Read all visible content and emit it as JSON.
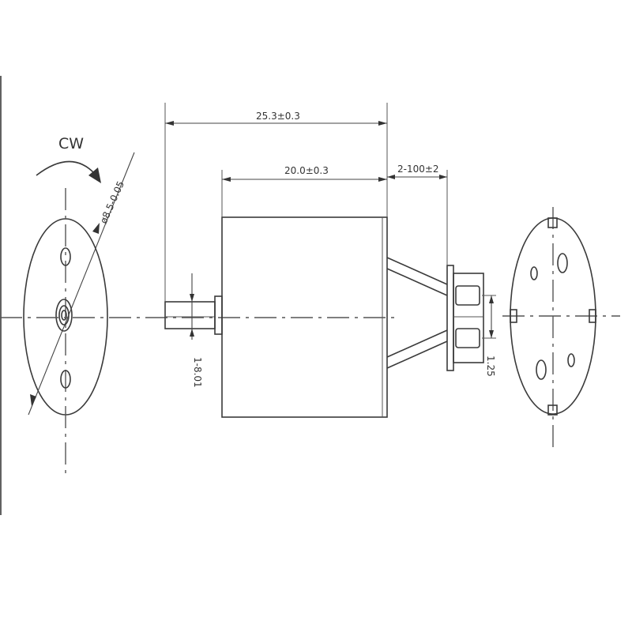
{
  "rotation_label": "CW",
  "dimensions": {
    "overall_length": "25.3±0.3",
    "body_length": "20.0±0.3",
    "lead_length": "2-100±2",
    "shaft_diameter": "1-8.01",
    "terminal_pitch": "1.25",
    "body_diameter": "ø8.5-0.05"
  }
}
